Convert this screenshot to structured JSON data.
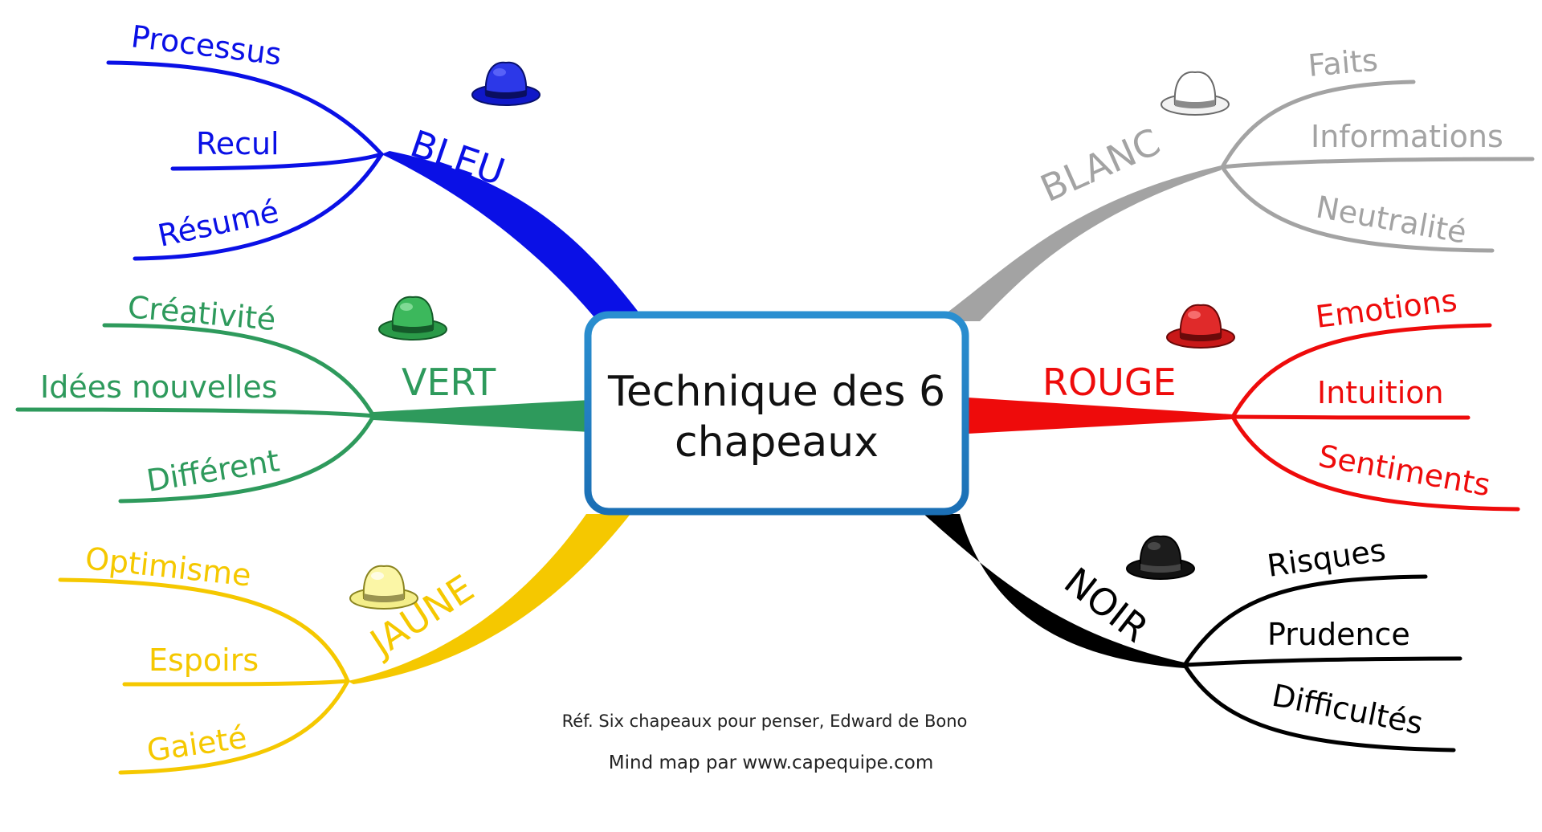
{
  "center": {
    "line1": "Technique des 6",
    "line2": "chapeaux"
  },
  "branches": {
    "bleu": {
      "label": "BLEU",
      "color": "#0a10e6",
      "items": [
        "Processus",
        "Recul",
        "Résumé"
      ]
    },
    "vert": {
      "label": "VERT",
      "color": "#2e9a5c",
      "items": [
        "Créativité",
        "Idées nouvelles",
        "Différent"
      ]
    },
    "jaune": {
      "label": "JAUNE",
      "color": "#f5c800",
      "items": [
        "Optimisme",
        "Espoirs",
        "Gaieté"
      ]
    },
    "blanc": {
      "label": "BLANC",
      "color": "#a3a3a3",
      "items": [
        "Faits",
        "Informations",
        "Neutralité"
      ]
    },
    "rouge": {
      "label": "ROUGE",
      "color": "#ee0b0b",
      "items": [
        "Emotions",
        "Intuition",
        "Sentiments"
      ]
    },
    "noir": {
      "label": "NOIR",
      "color": "#000000",
      "items": [
        "Risques",
        "Prudence",
        "Difficultés"
      ]
    }
  },
  "hats": {
    "bleu": "blue-hat-icon",
    "vert": "green-hat-icon",
    "jaune": "yellow-hat-icon",
    "blanc": "white-hat-icon",
    "rouge": "red-hat-icon",
    "noir": "black-hat-icon"
  },
  "credits": {
    "reference": "Réf. Six chapeaux pour penser, Edward de Bono",
    "author": "Mind map par www.capequipe.com"
  }
}
